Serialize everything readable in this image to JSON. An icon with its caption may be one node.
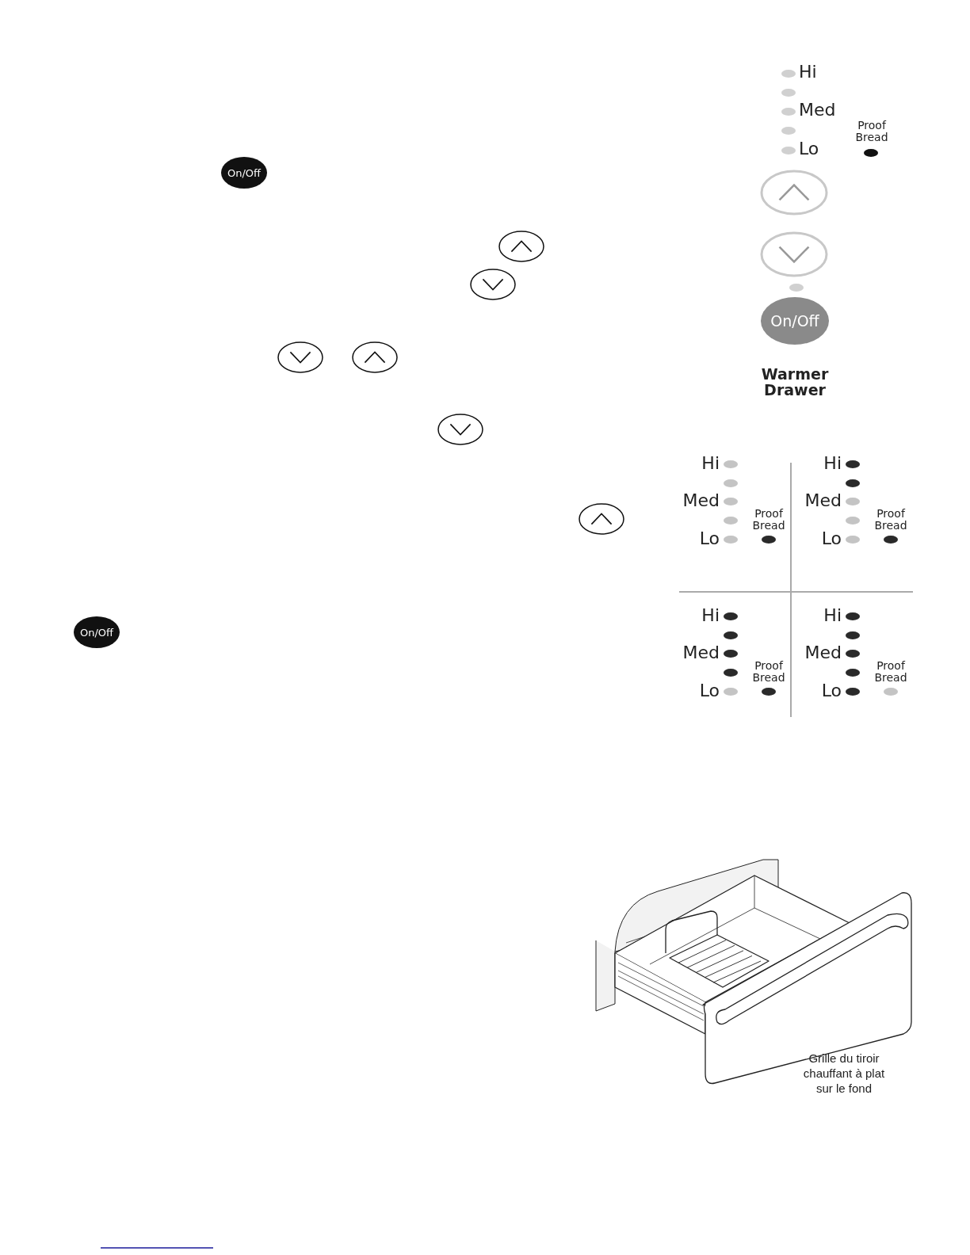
{
  "diagram": {
    "labels": [
      "Hi",
      "Med",
      "Proof Bread",
      "Lo",
      "On/Off",
      "On/Off",
      "Warmer Drawer",
      "Hi",
      "Med",
      "Proof Bread",
      "Lo",
      "Hi",
      "Med",
      "Proof Bread",
      "Lo",
      "Hi",
      "Med",
      "Proof Bread",
      "Lo",
      "Hi",
      "Med",
      "Proof Bread",
      "Lo",
      "On/Off",
      "Grille du tiroir chauffant à plat sur le fond"
    ]
  }
}
